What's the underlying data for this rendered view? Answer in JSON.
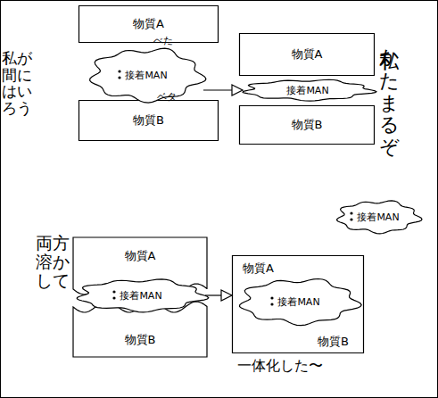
{
  "diagram": {
    "nodes": [
      {
        "text": [
          "物質A"
        ]
      },
      {
        "text": [
          "接着MAN"
        ]
      },
      {
        "text": [
          "物質B"
        ]
      },
      {
        "text": [
          "物質A"
        ]
      },
      {
        "text": [
          "接着MAN"
        ]
      },
      {
        "text": [
          "物質B"
        ]
      },
      {
        "text": [
          "接着MAN"
        ]
      },
      {
        "text": [
          "物質A"
        ]
      },
      {
        "text": [
          "接着MAN"
        ]
      },
      {
        "text": [
          "物質B"
        ]
      },
      {
        "text": [
          "物質A",
          "物質B"
        ]
      },
      {
        "text": [
          "接着MAN"
        ],
        "in": 10
      }
    ],
    "edges": [
      {
        "from": 1,
        "to": 4,
        "arrow": "to"
      },
      {
        "from": 8,
        "to": 10,
        "arrow": "to"
      }
    ],
    "labels": [
      "べた",
      "ベタ",
      "私が間にはいろう",
      "私かたまるぞ",
      "両方溶かして",
      "一体化した〜"
    ]
  }
}
